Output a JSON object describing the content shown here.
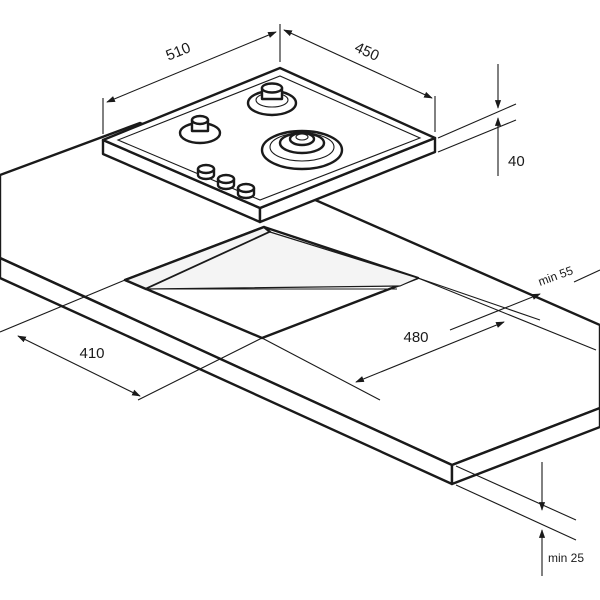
{
  "dimensions": {
    "hob_width": "510",
    "hob_depth": "450",
    "hob_height": "40",
    "cutout_depth": "410",
    "cutout_width": "480",
    "clearance_back": "min 55",
    "worktop_thickness": "min 25"
  },
  "colors": {
    "line": "#1a1a1a",
    "background": "#ffffff"
  }
}
